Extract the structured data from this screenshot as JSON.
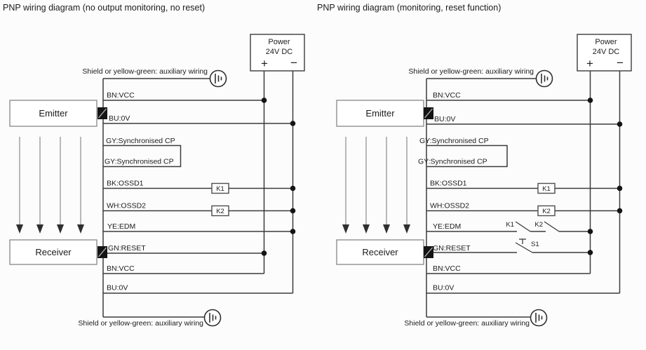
{
  "colors": {
    "background": "#fcfcfc",
    "wire": "#3b3b3b",
    "text": "#1c1c1c",
    "device_box_border": "#8f8f8f",
    "connector_fill": "#141414"
  },
  "d0": {
    "title": "PNP wiring diagram (no output monitoring, no reset)",
    "shield_note_top": "Shield or yellow-green: auxiliary wiring",
    "shield_note_bottom": "Shield or yellow-green: auxiliary wiring",
    "emitter": "Emitter",
    "receiver": "Receiver",
    "power_title": "Power",
    "power_voltage": "24V DC",
    "plus": "+",
    "minus": "−",
    "w_vcc_emitter": "BN:VCC",
    "w_0v_emitter": "BU:0V",
    "w_sync_emitter": "GY:Synchronised CP",
    "w_sync_receiver": "GY:Synchronised CP",
    "w_ossd1": "BK:OSSD1",
    "w_ossd2": "WH:OSSD2",
    "w_edm": "YE:EDM",
    "w_reset": "GN:RESET",
    "w_vcc_receiver": "BN:VCC",
    "w_0v_receiver": "BU:0V",
    "relay_k1": "K1",
    "relay_k2": "K2"
  },
  "d1": {
    "title": "PNP wiring diagram (monitoring, reset function)",
    "shield_note_top": "Shield or yellow-green: auxiliary wiring",
    "shield_note_bottom": "Shield or yellow-green: auxiliary wiring",
    "emitter": "Emitter",
    "receiver": "Receiver",
    "power_title": "Power",
    "power_voltage": "24V DC",
    "plus": "+",
    "minus": "−",
    "w_vcc_emitter": "BN:VCC",
    "w_0v_emitter": "BU:0V",
    "w_sync_emitter": "GY:Synchronised CP",
    "w_sync_receiver": "GY:Synchronised CP",
    "w_ossd1": "BK:OSSD1",
    "w_ossd2": "WH:OSSD2",
    "w_edm": "YE:EDM",
    "w_reset": "GN:RESET",
    "w_vcc_receiver": "BN:VCC",
    "w_0v_receiver": "BU:0V",
    "relay_k1": "K1",
    "relay_k2": "K2",
    "contact_k1": "K1",
    "contact_k2": "K2",
    "switch_s1": "S1"
  }
}
